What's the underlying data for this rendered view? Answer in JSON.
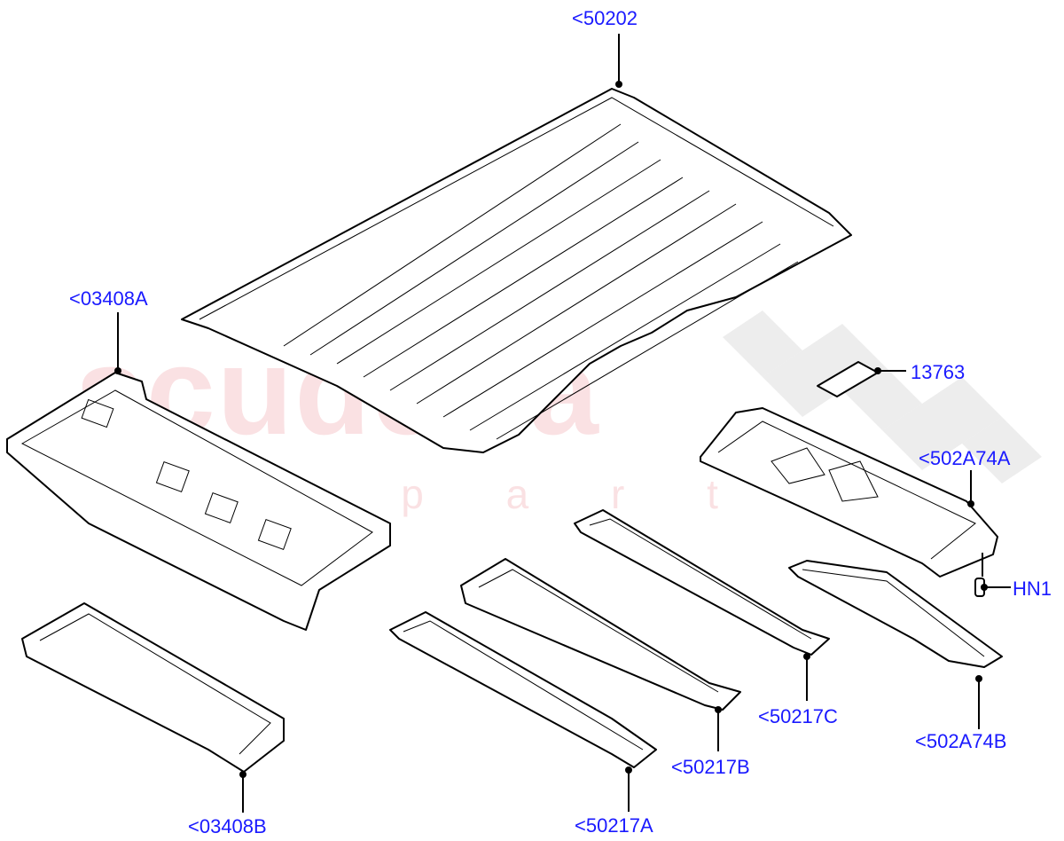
{
  "watermark": {
    "main": "scuderia",
    "sub": "c a r   p a r t s"
  },
  "label_color": "#1a1aff",
  "callouts": [
    {
      "id": "roof-panel",
      "text": "<50202"
    },
    {
      "id": "rear-header-upper",
      "text": "<03408A"
    },
    {
      "id": "bracket",
      "text": "13763"
    },
    {
      "id": "front-header",
      "text": "<502A74A"
    },
    {
      "id": "fastener",
      "text": "HN1"
    },
    {
      "id": "roof-bow-c",
      "text": "<50217C"
    },
    {
      "id": "front-header-reinforcement",
      "text": "<502A74B"
    },
    {
      "id": "roof-bow-b",
      "text": "<50217B"
    },
    {
      "id": "rear-header-lower",
      "text": "<03408B"
    },
    {
      "id": "roof-bow-a",
      "text": "<50217A"
    }
  ]
}
